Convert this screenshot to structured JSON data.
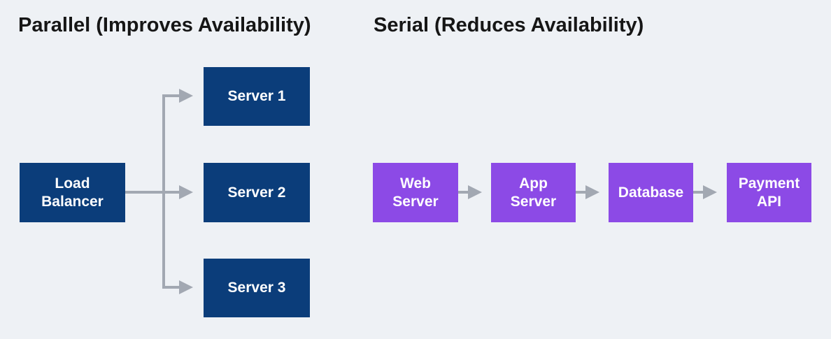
{
  "parallel": {
    "title": "Parallel (Improves Availability)",
    "source": "Load\nBalancer",
    "targets": [
      "Server 1",
      "Server 2",
      "Server 3"
    ]
  },
  "serial": {
    "title": "Serial (Reduces Availability)",
    "chain": [
      "Web\nServer",
      "App\nServer",
      "Database",
      "Payment\nAPI"
    ]
  },
  "colors": {
    "background": "#eef1f5",
    "parallel_box": "#0b3d7a",
    "serial_box": "#8c4ae6",
    "connector": "#a2a8b2",
    "title_text": "#161616",
    "box_text": "#ffffff"
  }
}
